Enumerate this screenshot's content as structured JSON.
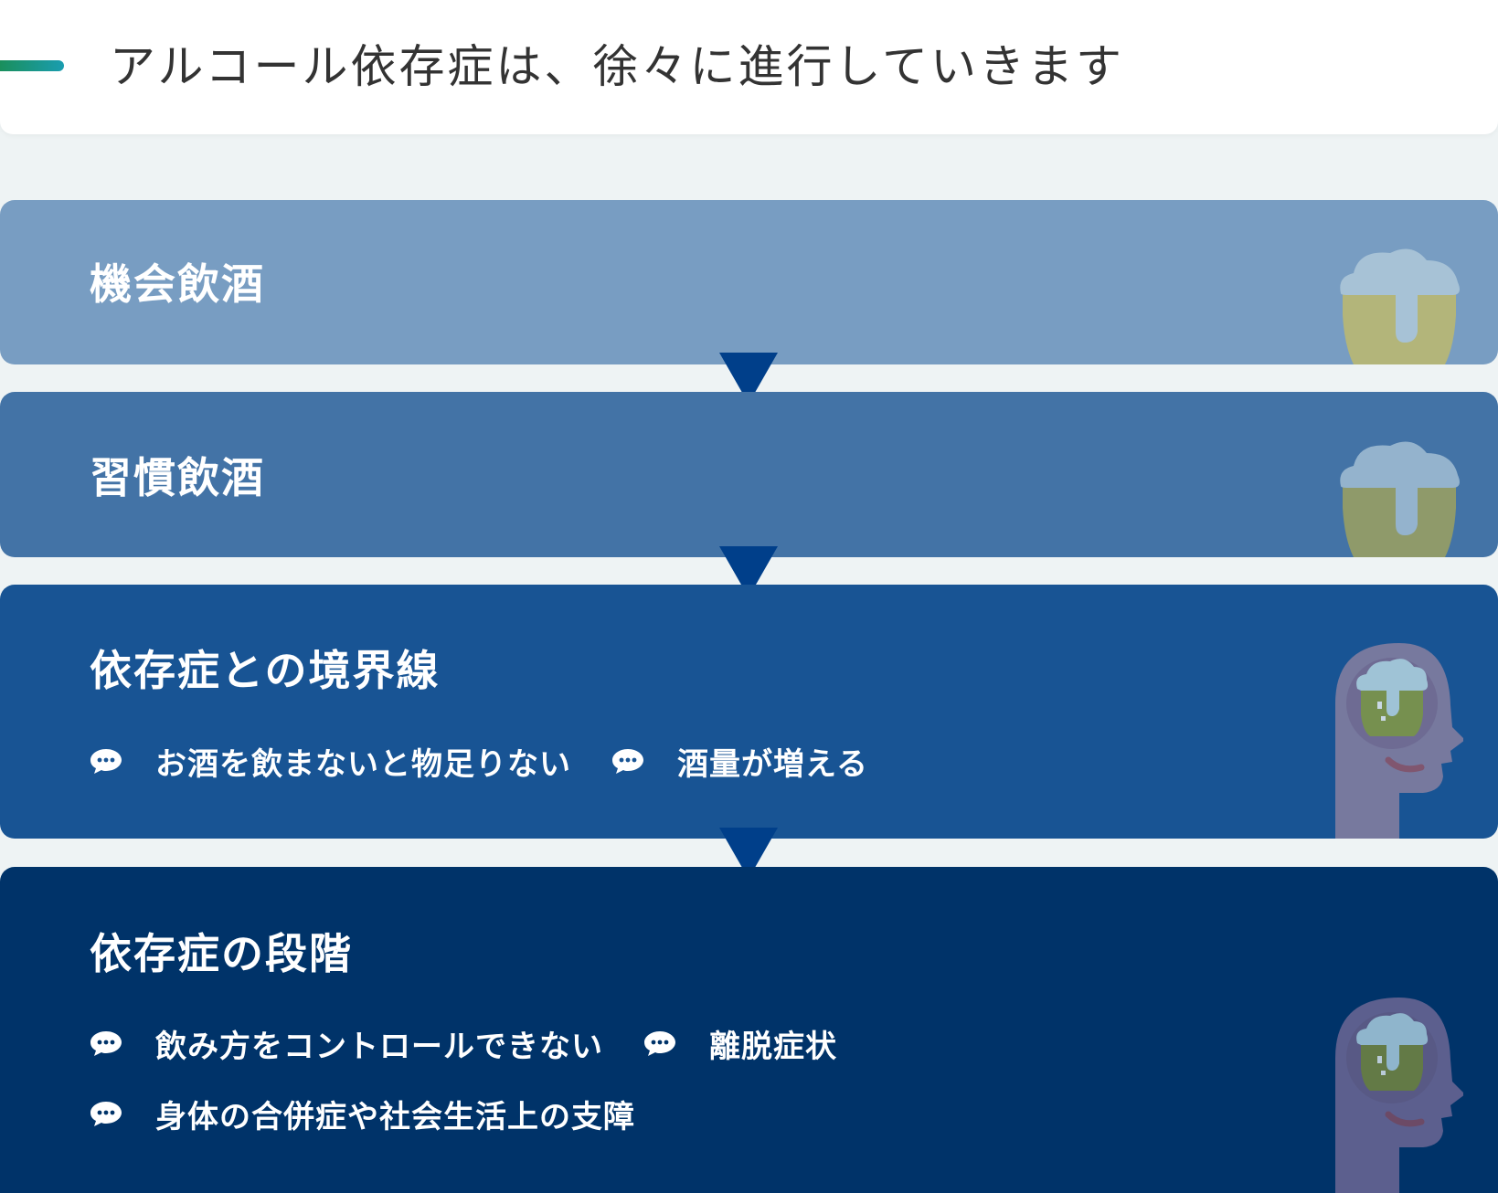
{
  "header": {
    "title": "アルコール依存症は、徐々に進行していきます"
  },
  "colors": {
    "stage1": "#789dc2",
    "stage2": "#4373a6",
    "stage3": "#185494",
    "stage4": "#003369",
    "arrow": "#003f8a",
    "accent_start": "#1a8f5c",
    "accent_end": "#1a9db0"
  },
  "stages": [
    {
      "title": "機会飲酒",
      "icon": "beer-glass-icon"
    },
    {
      "title": "習慣飲酒",
      "icon": "beer-glass-icon"
    },
    {
      "title": "依存症との境界線",
      "icon": "head-with-beer-icon",
      "bullets": [
        "お酒を飲まないと物足りない",
        "酒量が増える"
      ]
    },
    {
      "title": "依存症の段階",
      "icon": "head-with-beer-icon",
      "bullets": [
        "飲み方をコントロールできない",
        "離脱症状",
        "身体の合併症や社会生活上の支障"
      ]
    }
  ]
}
